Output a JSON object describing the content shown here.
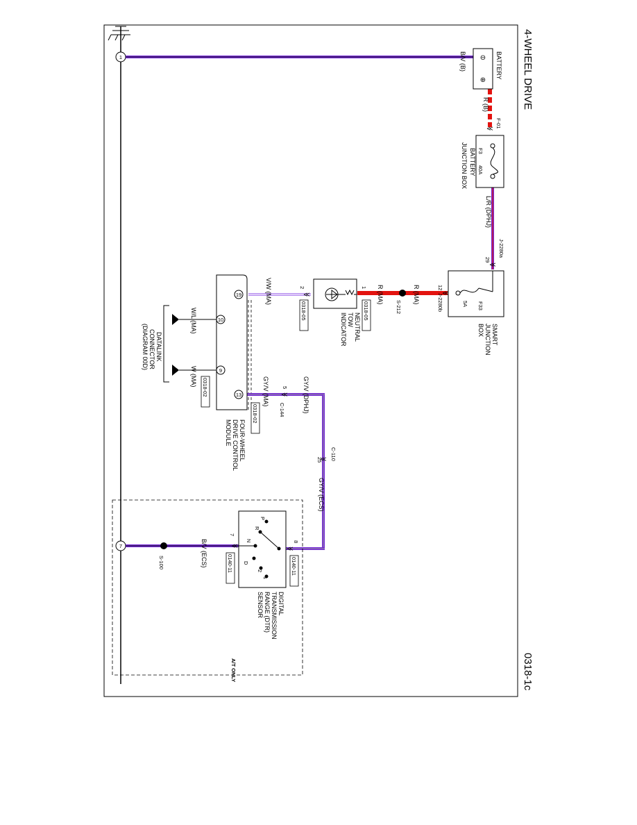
{
  "title": "4-WHEEL DRIVE",
  "page_number": "0318-1c",
  "colors": {
    "purple": "#7326d6",
    "red": "#e3130f",
    "light_purple": "#b992f0",
    "dark": "#000000"
  },
  "battery": {
    "name": "BATTERY",
    "neg_terminal": "⊖",
    "pos_terminal": "⊕",
    "neg_wire": "B/V (B)",
    "pos_wire": "R (B)"
  },
  "battery_junction_box": {
    "name_line1": "BATTERY",
    "name_line2": "JUNCTION BOX",
    "connector_in": "F-01",
    "fuse": "F3",
    "rating": "40A",
    "out_wire": "L/R (DPHJ)"
  },
  "smart_junction_box": {
    "name_line1": "SMART",
    "name_line2": "JUNCTION",
    "name_line3": "BOX",
    "connector_in": "J-2280a",
    "pin_in": "29",
    "connector_out": "J-2280b",
    "pin_out": "12",
    "fuse": "F33",
    "rating": "5A",
    "out_wire": "R (MA)"
  },
  "splice_s212": {
    "label": "S-212",
    "wire": "R (MA)"
  },
  "neutral_tow_indicator": {
    "name_line1": "NEUTRAL",
    "name_line2": "TOW",
    "name_line3": "INDICATOR",
    "pin1": "1",
    "pin2": "2",
    "ref1": "0318-05",
    "ref2": "0318-05",
    "out_wire": "V/W (MA)"
  },
  "fwd_control_module": {
    "name_line1": "FOUR-WHEEL",
    "name_line2": "DRIVE CONTROL",
    "name_line3": "MODULE",
    "pin_19": "19",
    "pin_10": "10",
    "pin_9": "9",
    "pin_13": "13",
    "ref_a": "0318-02",
    "ref_b": "0318-02",
    "wire_10": "W/L (MA)",
    "wire_9": "W (MA)",
    "wire_13": "GY/V (MA)"
  },
  "datalink": {
    "name_line1": "DATALINK",
    "name_line2": "CONNECTOR",
    "name_line3": "(DIAGRAM 00D)"
  },
  "connector_c144": {
    "label": "C-144",
    "pin": "5",
    "wire_out": "GY/V (DPHJ)"
  },
  "connector_c110": {
    "label": "C-110",
    "pin": "25",
    "wire_out": "GY/V (ECS)"
  },
  "dtr_sensor": {
    "name_line1": "DIGITAL",
    "name_line2": "TRANSMISSION",
    "name_line3": "RANGE (DTR)",
    "name_line4": "SENSOR",
    "pin_8": "8",
    "pin_7": "7",
    "ref_a": "0140-11",
    "ref_b": "0140-11",
    "pos_p": "P",
    "pos_r": "R",
    "pos_n": "N",
    "pos_d": "D",
    "pos_2": "2",
    "pos_1": "1",
    "out_wire": "B/V (ECS)"
  },
  "splice_s100": {
    "label": "S-100"
  },
  "ground_1": {
    "label": "1"
  },
  "ground_7": {
    "label": "7"
  },
  "at_only": "A/T ONLY"
}
